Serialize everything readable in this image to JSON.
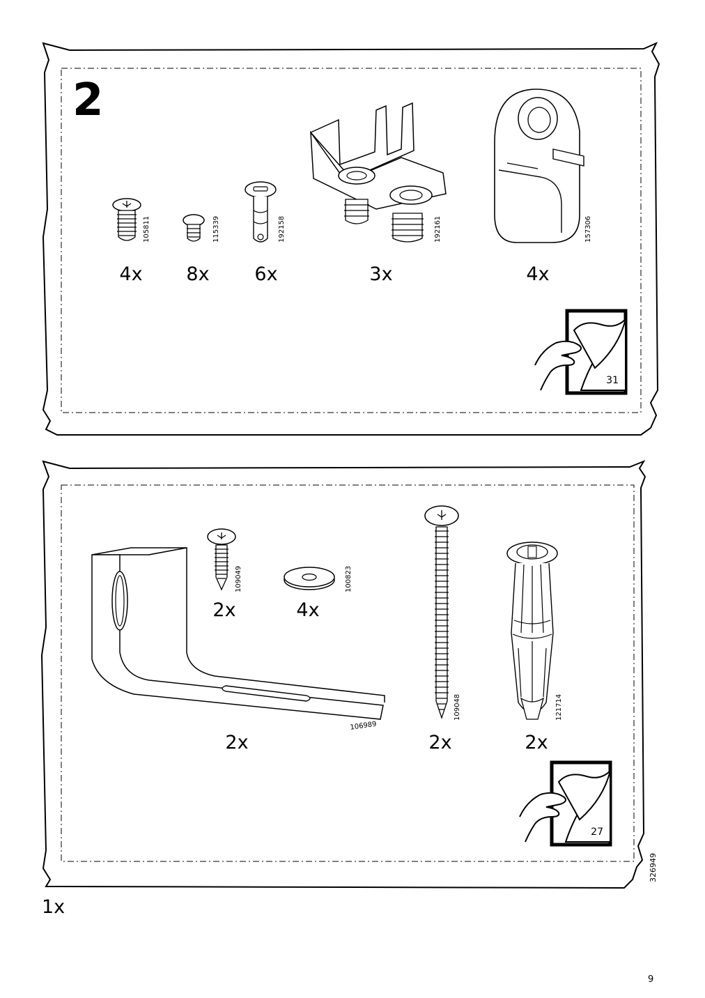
{
  "step": "2",
  "panel1": {
    "parts": [
      {
        "name": "screw-105811",
        "code": "105811",
        "qty": "4x"
      },
      {
        "name": "screw-115339",
        "code": "115339",
        "qty": "8x"
      },
      {
        "name": "cam-dowel-192158",
        "code": "192158",
        "qty": "6x"
      },
      {
        "name": "bracket-192161",
        "code": "192161",
        "qty": "3x"
      },
      {
        "name": "rod-holder-157306",
        "code": "157306",
        "qty": "4x"
      }
    ],
    "page_ref": "31"
  },
  "panel2": {
    "parts": [
      {
        "name": "screw-109049",
        "code": "109049",
        "qty": "2x"
      },
      {
        "name": "washer-100823",
        "code": "100823",
        "qty": "4x"
      },
      {
        "name": "angle-bracket-106989",
        "code": "106989",
        "qty": "2x"
      },
      {
        "name": "long-screw-109048",
        "code": "109048",
        "qty": "2x"
      },
      {
        "name": "wall-plug-121714",
        "code": "121714",
        "qty": "2x"
      }
    ],
    "page_ref": "27",
    "bag_code": "326949"
  },
  "set_quantity": "1x",
  "page_number": "9"
}
